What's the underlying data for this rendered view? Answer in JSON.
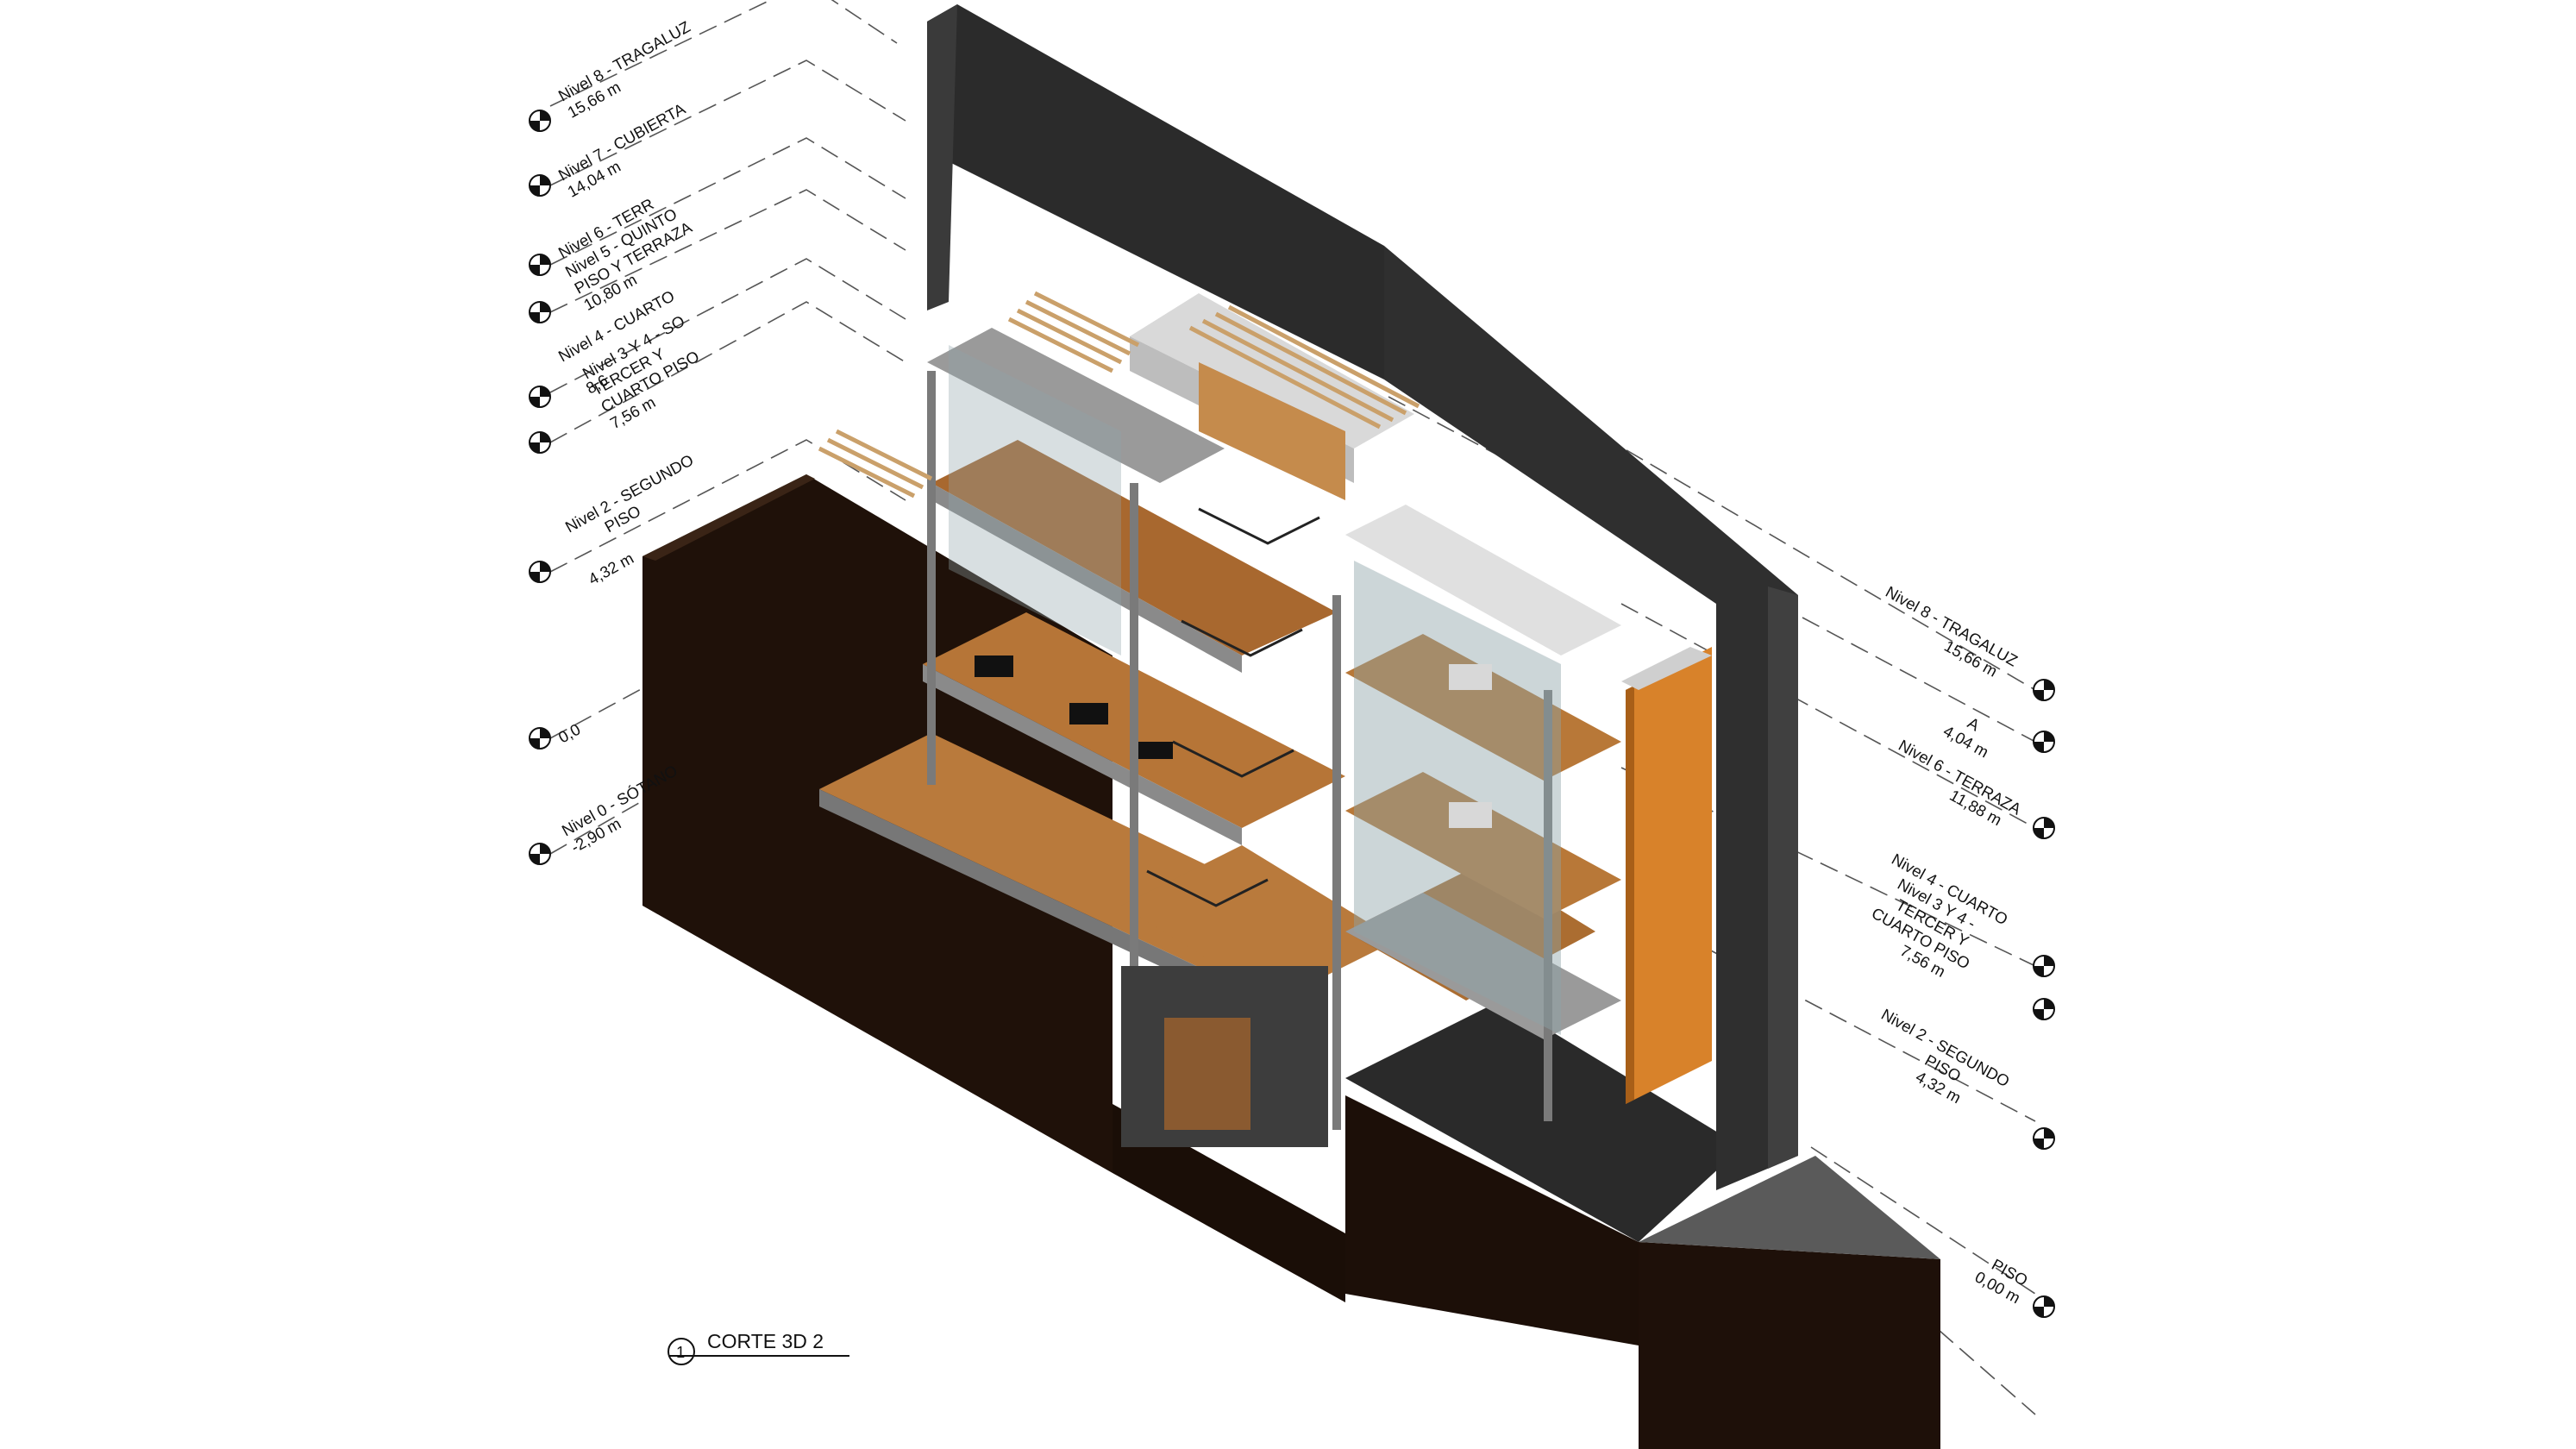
{
  "drawing": {
    "view_number": "1",
    "view_title": "CORTE 3D 2"
  },
  "left_levels": [
    {
      "name": "Nivel 8 - TRAGALUZ",
      "elev": "15,66 m"
    },
    {
      "name": "Nivel 7 - CUBIERTA",
      "elev": "14,04 m"
    },
    {
      "name": "Nivel 6 - TERR",
      "elev": ""
    },
    {
      "name": "Nivel 5 - QUINTO",
      "name2": "PISO Y TERRAZA",
      "elev": "10,80 m"
    },
    {
      "name": "Nivel 4 - CUARTO",
      "elev": "8,6"
    },
    {
      "name": "Nivel 3 Y 4 - SO",
      "name2": "TERCER  Y",
      "name3": "CUARTO PISO",
      "elev": "7,56 m"
    },
    {
      "name": "Nivel 2 - SEGUNDO",
      "name2": "PISO",
      "elev": "4,32 m"
    },
    {
      "name": "",
      "elev": "0,0"
    },
    {
      "name": "Nivel 0 - SÓTANO",
      "elev": "-2,90 m"
    }
  ],
  "right_levels": [
    {
      "name": "Nivel 8 - TRAGALUZ",
      "elev": "15,66 m"
    },
    {
      "name": "A",
      "elev": "4,04 m"
    },
    {
      "name": "Nivel 6 - TERRAZA",
      "elev": "11,88 m"
    },
    {
      "name": "Nivel 4 - CUARTO",
      "name2": "Nivel 3 Y 4 -",
      "name3": "TERCER  Y",
      "name4": "CUARTO PISO",
      "elev": "7,56 m"
    },
    {
      "name": "Nivel 2 - SEGUNDO",
      "name2": "PISO",
      "elev": "4,32 m"
    },
    {
      "name": "PISO",
      "elev": "0,00 m"
    }
  ],
  "colors": {
    "ground": "#1f1109",
    "wall_dark": "#2b2b2b",
    "floor_wood": "#b97a3c",
    "slab_grey": "#9a9a9a",
    "glass": "#8fa3a8",
    "screen_orange": "#d8822a"
  }
}
